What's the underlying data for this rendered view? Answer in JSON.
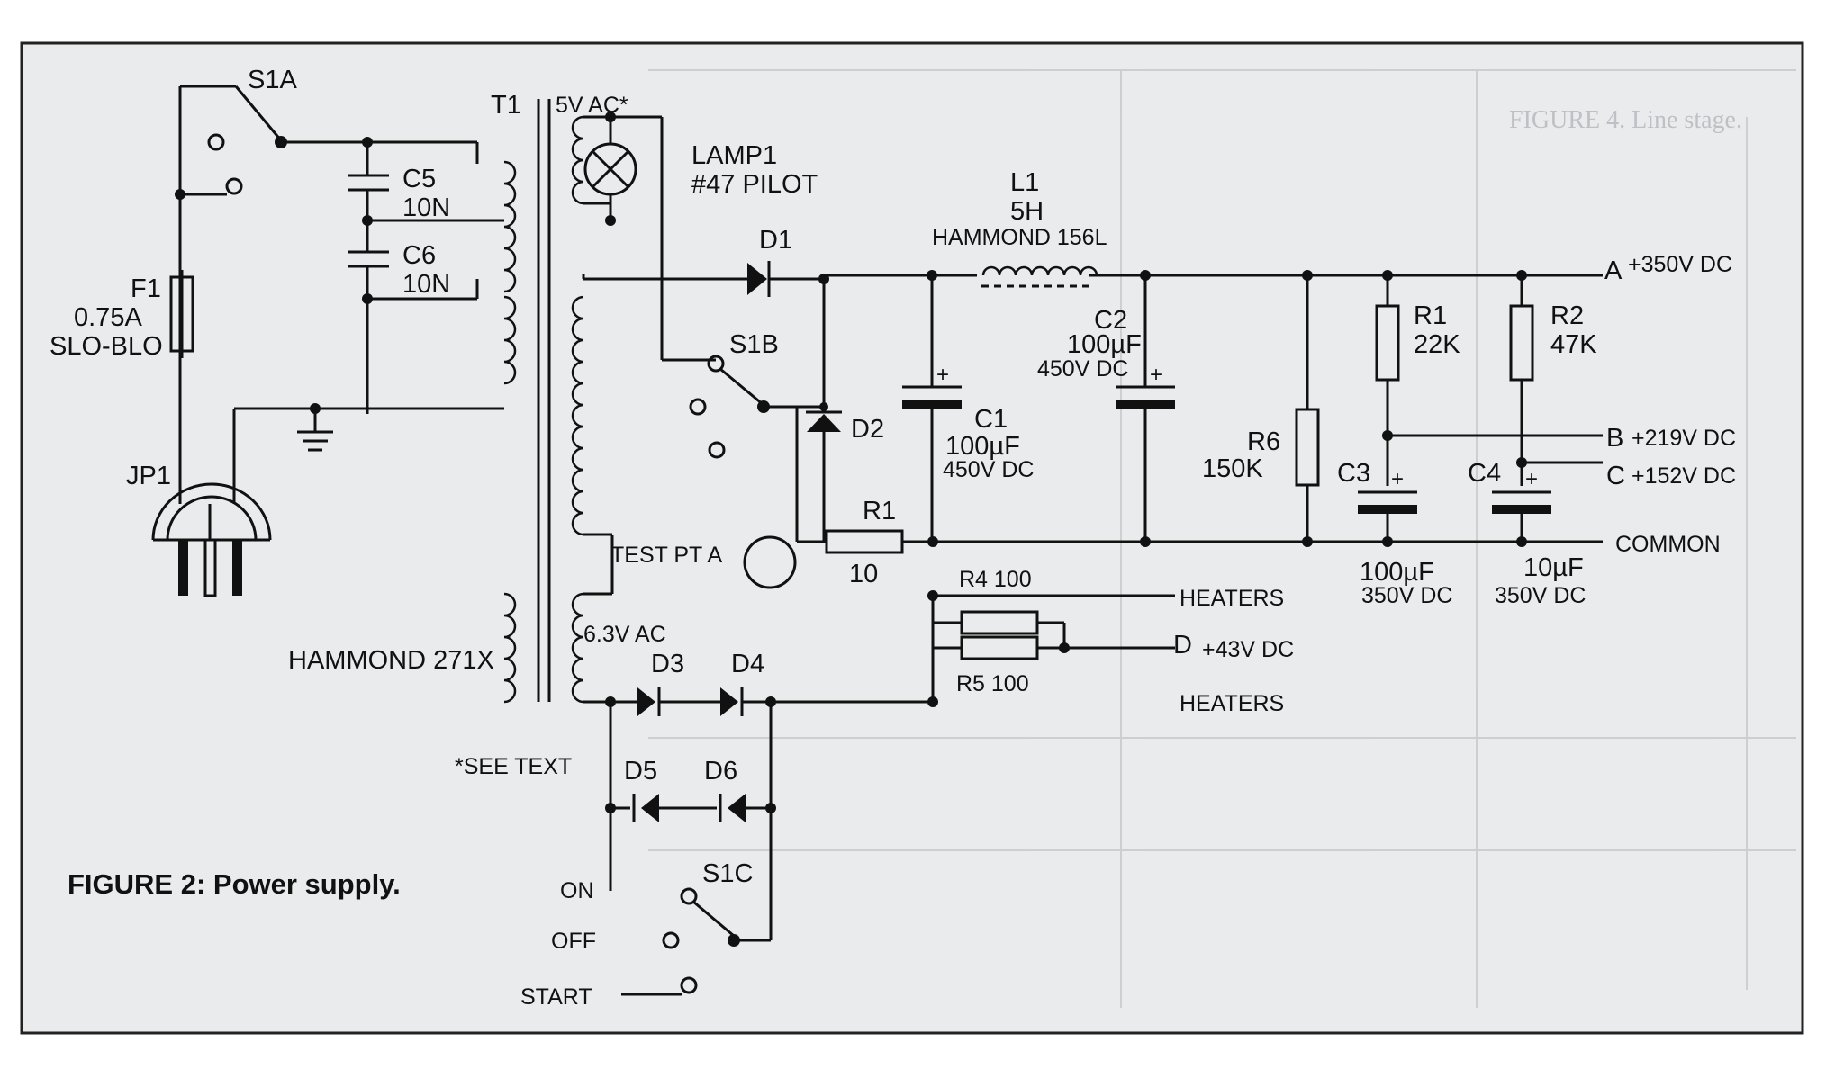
{
  "figure": {
    "caption": "FIGURE 2: Power supply.",
    "background_caption": "FIGURE 4. Line stage."
  },
  "colors": {
    "paper": "#e9ebec",
    "ink": "#111111",
    "ghost": "#9aa0a6"
  },
  "transformer": {
    "ref": "T1",
    "part": "HAMMOND 271X",
    "tap_5v": "5V AC*",
    "tap_63v": "6.3V AC",
    "note": "*SEE TEXT"
  },
  "switches": {
    "s1a": "S1A",
    "s1b": "S1B",
    "s1c": "S1C",
    "pos_on": "ON",
    "pos_off": "OFF",
    "pos_start": "START"
  },
  "fuse": {
    "ref": "F1",
    "rating": "0.75A",
    "type": "SLO-BLO"
  },
  "connector": {
    "ref": "JP1"
  },
  "caps": {
    "c5": {
      "ref": "C5",
      "value": "10N"
    },
    "c6": {
      "ref": "C6",
      "value": "10N"
    },
    "c1": {
      "ref": "C1",
      "value": "100µF",
      "voltage": "450V DC"
    },
    "c2": {
      "ref": "C2",
      "value": "100µF",
      "voltage": "450V DC"
    },
    "c3": {
      "ref": "C3",
      "value": "100µF",
      "voltage": "350V DC"
    },
    "c4": {
      "ref": "C4",
      "value": "10µF",
      "voltage": "350V DC"
    }
  },
  "lamp": {
    "ref": "LAMP1",
    "type": "#47 PILOT"
  },
  "inductor": {
    "ref": "L1",
    "value": "5H",
    "part": "HAMMOND 156L"
  },
  "diodes": {
    "d1": "D1",
    "d2": "D2",
    "d3": "D3",
    "d4": "D4",
    "d5": "D5",
    "d6": "D6"
  },
  "resistors": {
    "r1": {
      "ref": "R1",
      "value": "10"
    },
    "r6": {
      "ref": "R6",
      "value": "150K"
    },
    "r1b": {
      "ref": "R1",
      "value": "22K"
    },
    "r2": {
      "ref": "R2",
      "value": "47K"
    },
    "r4": {
      "label": "R4 100"
    },
    "r5": {
      "label": "R5 100"
    }
  },
  "test_point": "TEST PT A",
  "outputs": {
    "a": {
      "letter": "A",
      "voltage": "+350V DC"
    },
    "b": {
      "letter": "B",
      "voltage": "+219V DC"
    },
    "c": {
      "letter": "C",
      "voltage": "+152V DC"
    },
    "d": {
      "letter": "D",
      "voltage": "+43V DC"
    },
    "common": "COMMON",
    "heaters_1": "HEATERS",
    "heaters_2": "HEATERS"
  }
}
